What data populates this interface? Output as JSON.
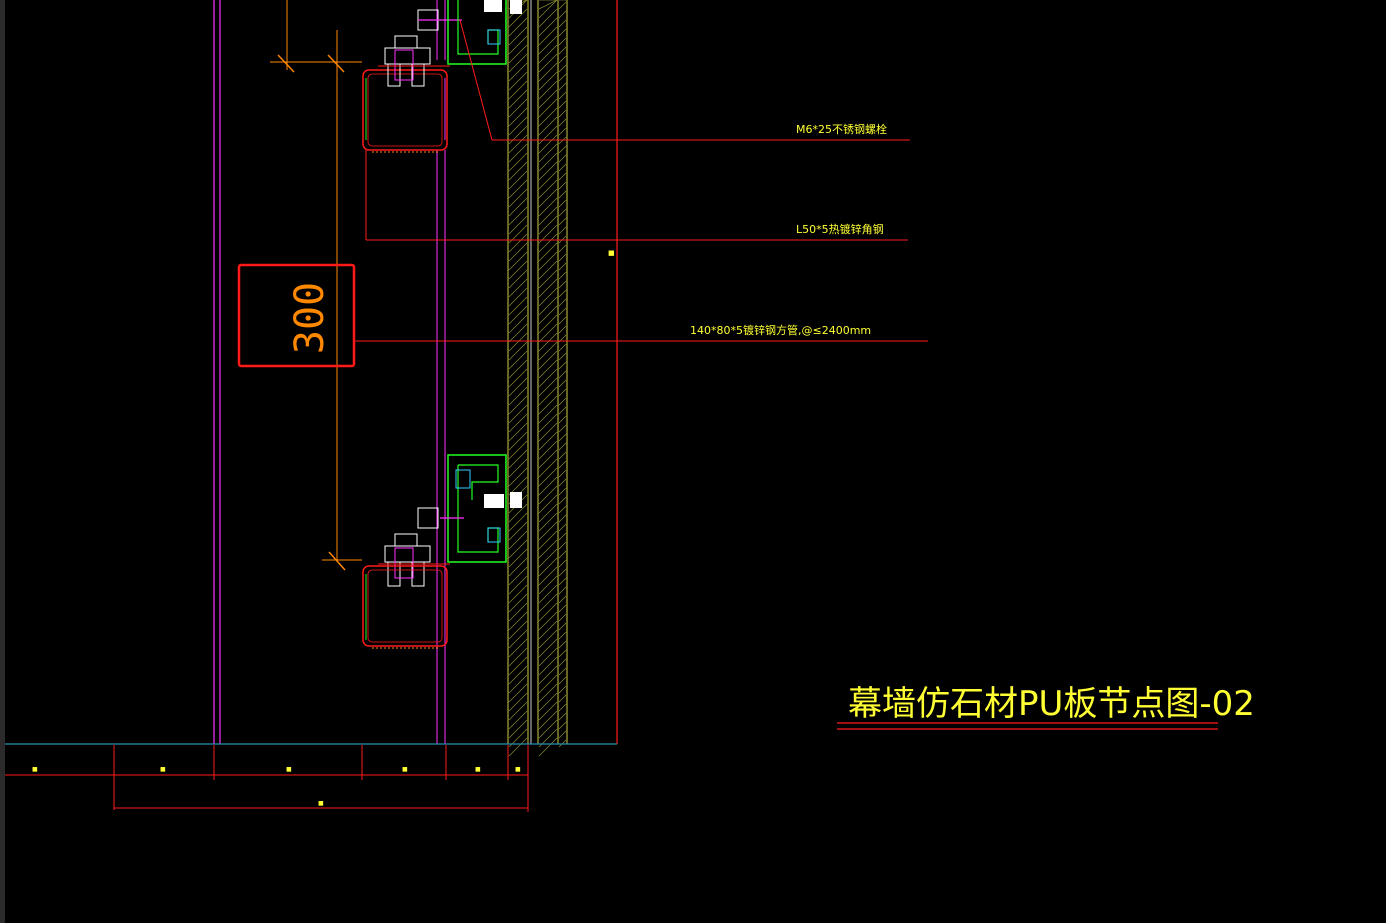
{
  "drawing": {
    "title": "幕墙仿石材PU板节点图-02",
    "dimension_box_value": "300",
    "callouts": [
      {
        "id": "bolt",
        "text": "M6*25不锈钢螺栓"
      },
      {
        "id": "angle",
        "text": "L50*5热镀锌角钢"
      },
      {
        "id": "tube",
        "text": "140*80*5镀锌钢方管,@≤2400mm"
      }
    ],
    "vertical_small_label": "■",
    "bottom_dims": {
      "top_row": [
        "■",
        "■",
        "■",
        "■",
        "■",
        "■"
      ],
      "bottom_row": [
        "■"
      ]
    },
    "colors": {
      "background": "#000000",
      "red": "#ff1a1a",
      "yellow": "#ffff33",
      "green": "#22ff22",
      "magenta": "#ff33ff",
      "cyan": "#33ccff",
      "orange": "#ff8800",
      "white": "#ffffff",
      "olive": "#cccc44",
      "base_line": "#2a8fb0"
    }
  }
}
